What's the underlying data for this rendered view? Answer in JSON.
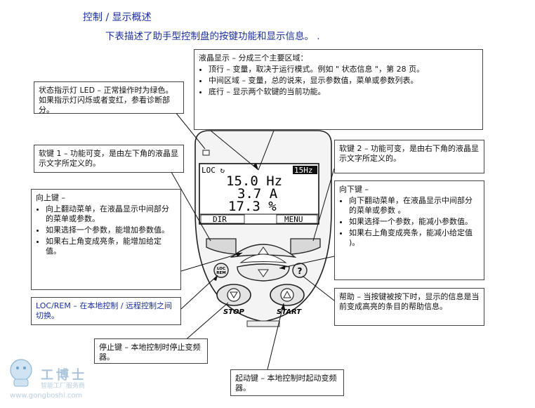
{
  "title": "控制 / 显示概述",
  "subtitle": "下表描述了助手型控制盘的按键功能和显示信息。 .",
  "lcd_box": {
    "heading": "液晶显示 – 分成三个主要区域：",
    "items": [
      "顶行 – 变量，取决于运行模式。例如 \" 状态信息 \"，第 28 页。",
      "中间区域 – 变量，总的说来，显示参数值，菜单或参数列表。",
      "底行 – 显示两个软键的当前功能。"
    ]
  },
  "status_led_box": {
    "text": "状态指示灯 LED – 正常操作时为绿色。如果指示灯闪烁或者变红，参看诊断部分。"
  },
  "softkey1_box": {
    "text": "软键 1 – 功能可变，是由左下角的液晶显示文字所定义的。"
  },
  "softkey2_box": {
    "text": "软键 2 – 功能可变，是由右下角的液晶显示文字所定义的。"
  },
  "up_box": {
    "heading": "向上键 –",
    "items": [
      "向上翻动菜单，在液晶显示中间部分的菜单或参数。",
      "如果选择一个参数，能增加参数值。",
      "如果右上角变成亮条，能增加给定值。"
    ]
  },
  "down_box": {
    "heading": "向下键 –",
    "items": [
      "向下翻动菜单，在液晶显示中间部分的菜单或参数 。",
      "如果选择一个参数，能减小参数值。",
      "如果右上角变成亮条，能减小给定值 )。"
    ]
  },
  "locrem_box": {
    "text": "LOC/REM – 在本地控制 / 远程控制之间切换。"
  },
  "help_box": {
    "text": "帮助 – 当按键被按下时，显示的信息是当前变成高亮的条目的帮助信息。"
  },
  "stop_box": {
    "text": "停止键 – 本地控制时停止变频器。"
  },
  "start_box": {
    "text": "起动键 – 本地控制时起动变频器。"
  },
  "panel": {
    "lcd_top_left": "LOC ↻",
    "lcd_top_right": "15Hz",
    "lcd_line1": "15.0 Hz",
    "lcd_line2": "3.7 A",
    "lcd_line3": "17.3 %",
    "softkey1_label": "DIR",
    "softkey2_label": "MENU",
    "locrem_label_1": "LOC",
    "locrem_label_2": "REM",
    "help_label": "?",
    "stop_label": "STOP",
    "start_label": "START"
  },
  "watermark": {
    "brand": "工博士",
    "tagline": "智能工厂服务商",
    "url": "www.gongboshi.com"
  }
}
